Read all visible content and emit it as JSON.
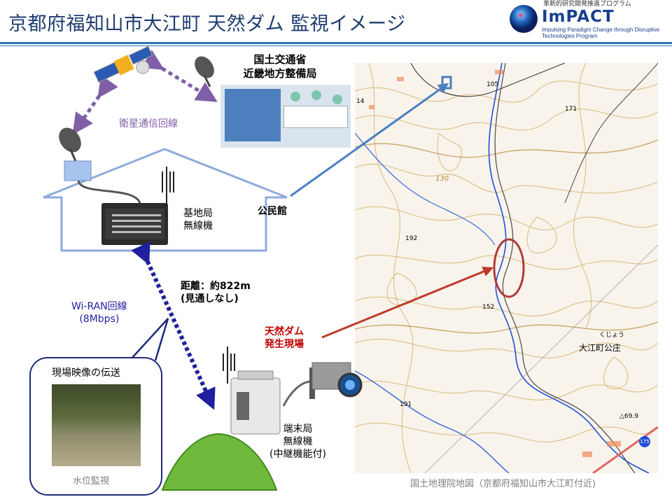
{
  "slide": {
    "title": "京都府福知山市大江町 天然ダム 監視イメージ",
    "logo": {
      "top_text": "革新的研究開発推進プログラム",
      "name": "ImPACT",
      "tagline": "Impulsing Paradigm Change through Disruptive Technologies Program"
    },
    "mlit_label": "国土交通省\n近畿地方整備局",
    "satellite_link_label": "衛星通信回線",
    "base_station_label": "基地局\n無線機",
    "community_hall_label": "公民館",
    "distance_label": "距離：約822m\n(見通しなし)",
    "wiran_label": "Wi-RAN回線\n(8Mbps)",
    "callout": {
      "title": "現場映像の伝送",
      "caption": "水位監視"
    },
    "dam_label": "天然ダム\n発生現場",
    "terminal_label": "端末局\n無線機\n(中継機能付)",
    "map": {
      "caption": "国土地理院地図（京都府福知山市大江町付近)",
      "place_name": "大江町公庄",
      "place_kana": "くじょう",
      "elevations": [
        "105",
        "171",
        "14",
        "130",
        "192",
        "152",
        "191",
        "△69.9"
      ],
      "route_number": "175"
    }
  },
  "colors": {
    "title": "#1f3c70",
    "accent_blue": "#2e75b6",
    "satellite_link": "#7f5fa8",
    "wiran": "#1f1f9f",
    "dam_red": "#c00000",
    "house": "#8faadc"
  }
}
